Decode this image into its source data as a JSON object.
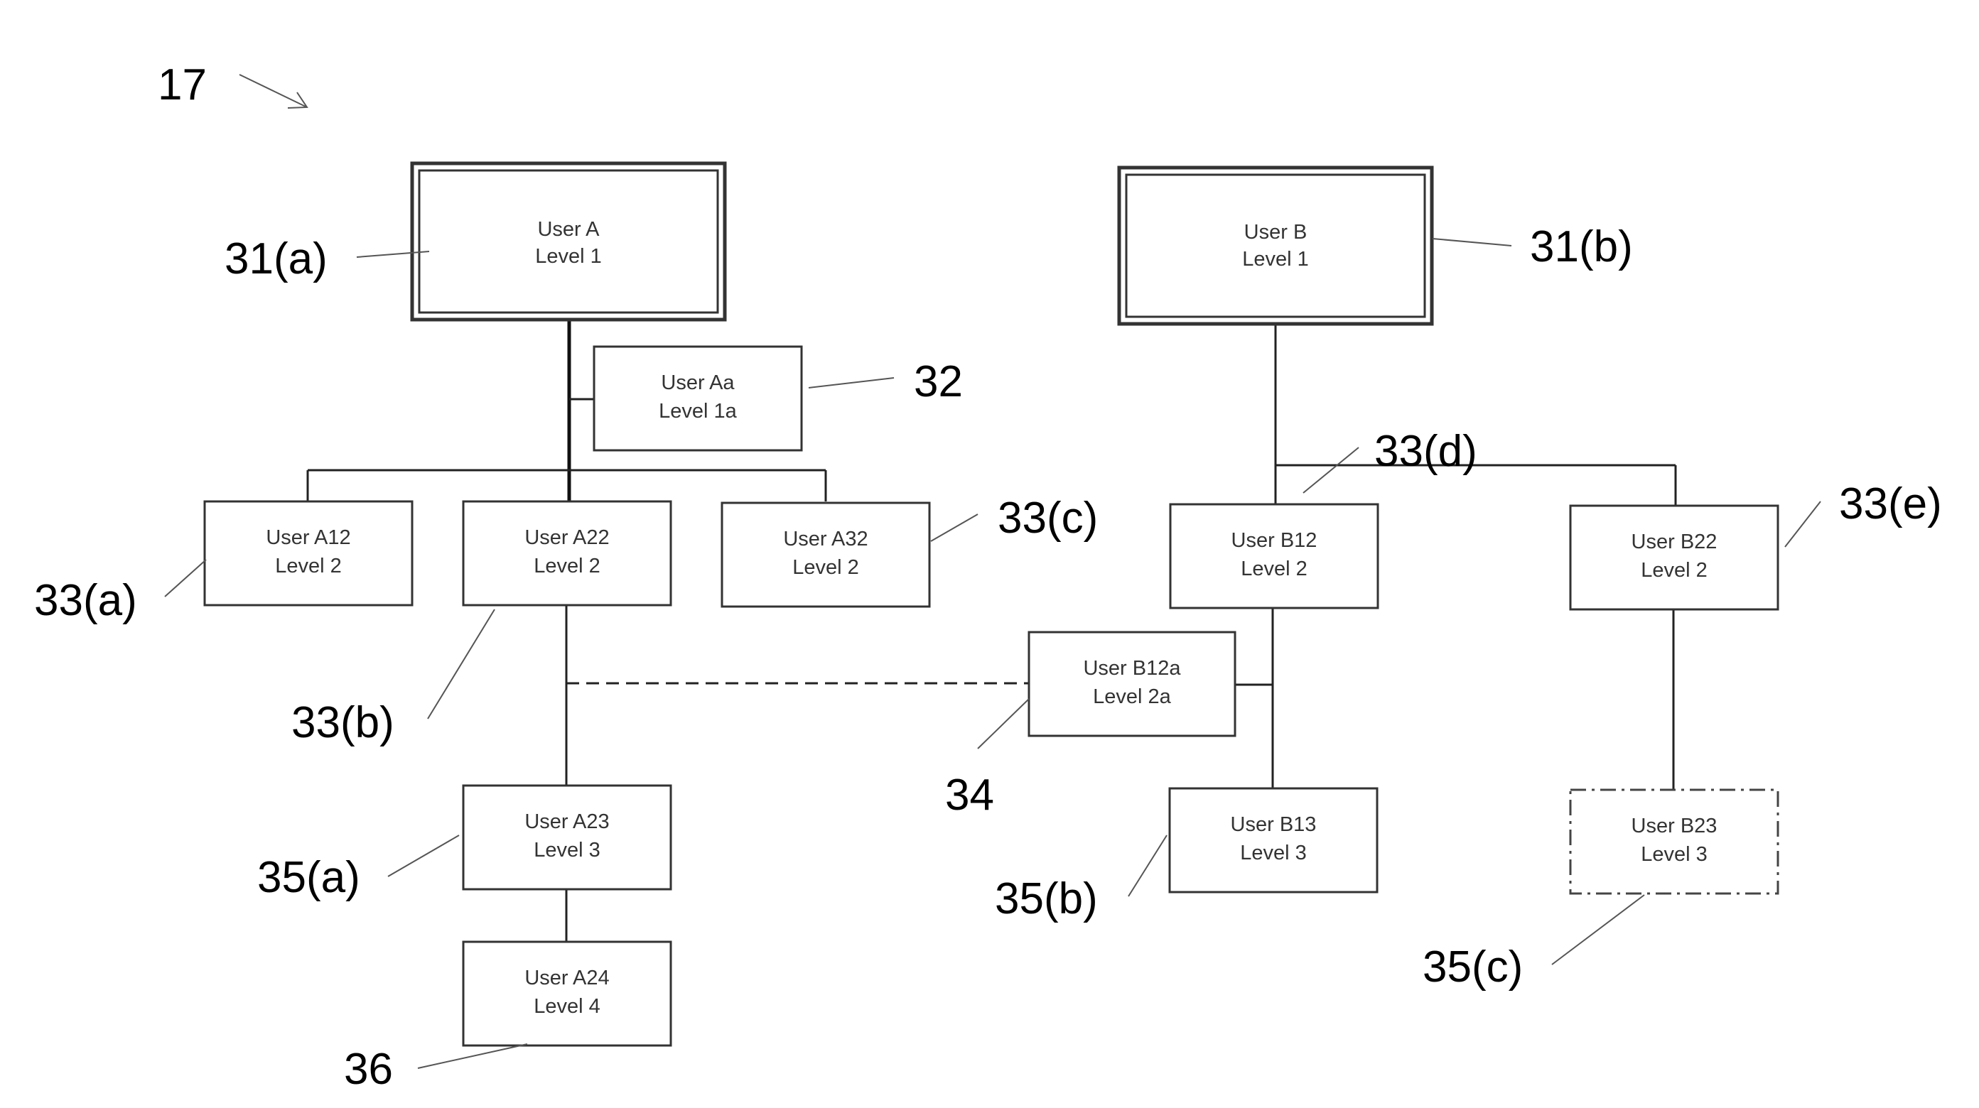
{
  "figure_ref": "17",
  "boxes": {
    "user_a": {
      "line1": "User A",
      "line2": "Level 1"
    },
    "user_b": {
      "line1": "User B",
      "line2": "Level 1"
    },
    "user_aa": {
      "line1": "User Aa",
      "line2": "Level 1a"
    },
    "user_a12": {
      "line1": "User A12",
      "line2": "Level 2"
    },
    "user_a22": {
      "line1": "User A22",
      "line2": "Level 2"
    },
    "user_a32": {
      "line1": "User A32",
      "line2": "Level 2"
    },
    "user_b12": {
      "line1": "User B12",
      "line2": "Level 2"
    },
    "user_b22": {
      "line1": "User B22",
      "line2": "Level 2"
    },
    "user_b12a": {
      "line1": "User B12a",
      "line2": "Level 2a"
    },
    "user_a23": {
      "line1": "User A23",
      "line2": "Level 3"
    },
    "user_b13": {
      "line1": "User B13",
      "line2": "Level 3"
    },
    "user_b23": {
      "line1": "User B23",
      "line2": "Level 3"
    },
    "user_a24": {
      "line1": "User A24",
      "line2": "Level 4"
    }
  },
  "refs": {
    "r31a": "31(a)",
    "r31b": "31(b)",
    "r32": "32",
    "r33a": "33(a)",
    "r33b": "33(b)",
    "r33c": "33(c)",
    "r33d": "33(d)",
    "r33e": "33(e)",
    "r34": "34",
    "r35a": "35(a)",
    "r35b": "35(b)",
    "r35c": "35(c)",
    "r36": "36"
  }
}
